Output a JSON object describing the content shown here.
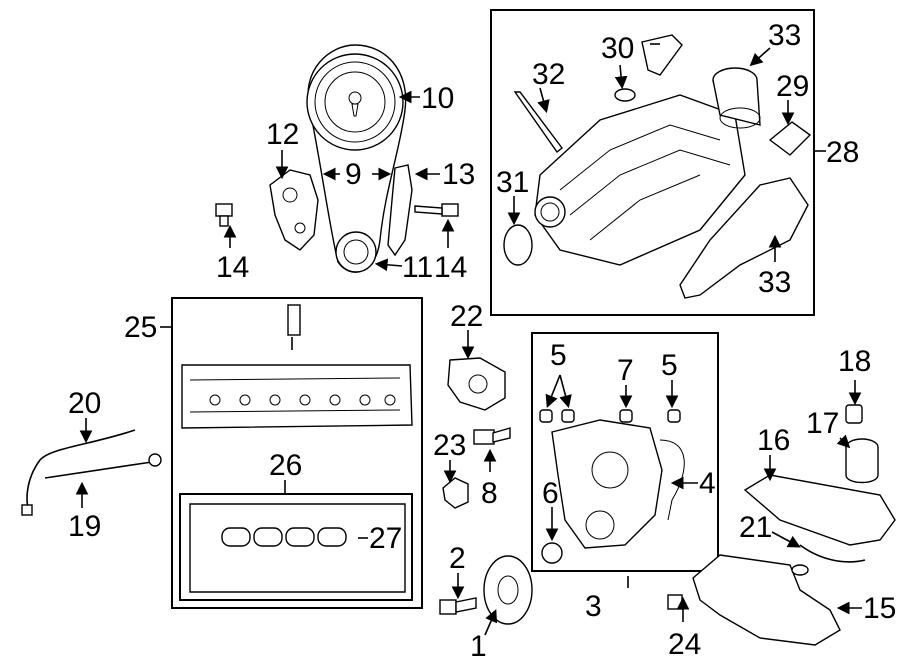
{
  "callouts": {
    "c1": "1",
    "c2": "2",
    "c3": "3",
    "c4": "4",
    "c5a": "5",
    "c5b": "5",
    "c6": "6",
    "c7": "7",
    "c8": "8",
    "c9": "9",
    "c10": "10",
    "c11": "11",
    "c12": "12",
    "c13": "13",
    "c14a": "14",
    "c14b": "14",
    "c15": "15",
    "c16": "16",
    "c17": "17",
    "c18": "18",
    "c19": "19",
    "c20": "20",
    "c21": "21",
    "c22": "22",
    "c23": "23",
    "c24": "24",
    "c25": "25",
    "c26": "26",
    "c27": "27",
    "c28": "28",
    "c29": "29",
    "c30": "30",
    "c31": "31",
    "c32": "32",
    "c33a": "33",
    "c33b": "33"
  }
}
